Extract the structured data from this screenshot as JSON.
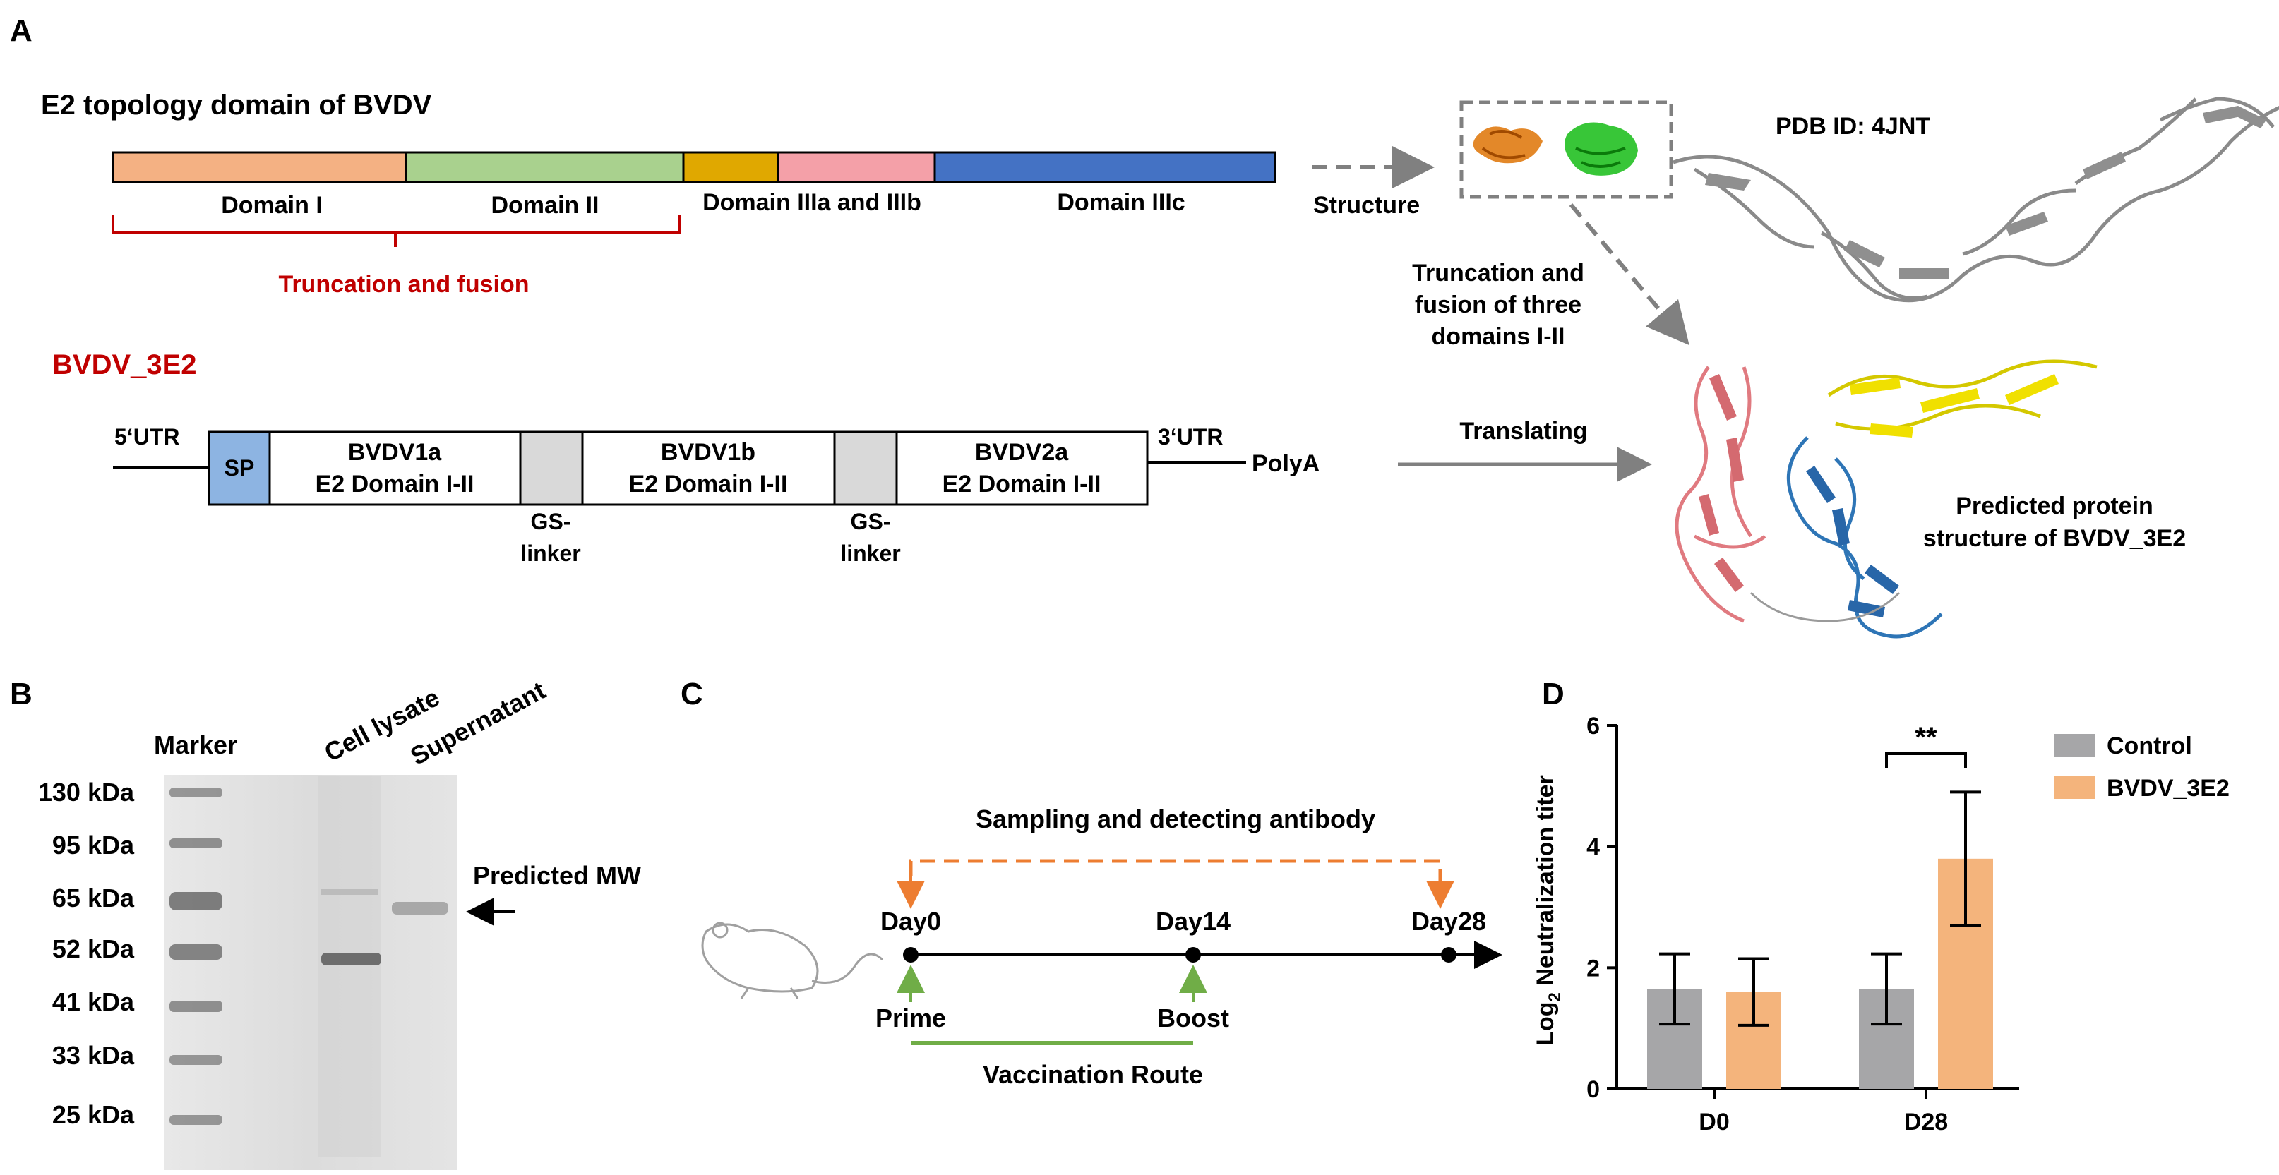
{
  "panel_labels": {
    "a": "A",
    "b": "B",
    "c": "C",
    "d": "D"
  },
  "panelA": {
    "title": "E2 topology domain of BVDV",
    "domains": [
      {
        "label": "Domain I",
        "color": "#f4b183"
      },
      {
        "label": "Domain II",
        "color": "#a9d18e"
      },
      {
        "label": "Domain IIIa and IIIb",
        "color": "#e0a800"
      },
      {
        "label": "Domain IIIc",
        "color": "#4472c4"
      }
    ],
    "domain3b_color": "#f4a0a8",
    "truncation_label": "Truncation and fusion",
    "construct_title": "BVDV_3E2",
    "utr5": "5‘UTR",
    "utr3": "3‘UTR",
    "polyA": "PolyA",
    "sp": "SP",
    "sp_color": "#8db4e2",
    "segments": [
      {
        "line1": "BVDV1a",
        "line2": "E2 Domain I-II"
      },
      {
        "line1": "BVDV1b",
        "line2": "E2 Domain I-II"
      },
      {
        "line1": "BVDV2a",
        "line2": "E2 Domain I-II"
      }
    ],
    "linker_line1": "GS-",
    "linker_line2": "linker",
    "structure_label": "Structure",
    "pdb_label": "PDB ID: 4JNT",
    "trunc_fusion_l1": "Truncation and",
    "trunc_fusion_l2": "fusion of three",
    "trunc_fusion_l3": "domains I-II",
    "translating_label": "Translating",
    "predicted_l1": "Predicted protein",
    "predicted_l2": "structure of BVDV_3E2"
  },
  "panelB": {
    "marker_label": "Marker",
    "lane_labels": [
      "Cell lysate",
      "Supernatant"
    ],
    "mw_ladder": [
      "130 kDa",
      "95 kDa",
      "65 kDa",
      "52 kDa",
      "41 kDa",
      "33 kDa",
      "25 kDa"
    ],
    "predicted_mw": "Predicted MW"
  },
  "panelC": {
    "sampling_label": "Sampling and detecting antibody",
    "days": [
      "Day0",
      "Day14",
      "Day28"
    ],
    "prime": "Prime",
    "boost": "Boost",
    "route_label": "Vaccination Route"
  },
  "chart_data": {
    "type": "bar",
    "ylabel_main": "Log",
    "ylabel_sub": "2",
    "ylabel_rest": " Neutralization titer",
    "categories": [
      "D0",
      "D28"
    ],
    "series": [
      {
        "name": "Control",
        "color": "#a6a6a8",
        "values": [
          1.65,
          1.65
        ],
        "err": [
          0.58,
          0.58
        ]
      },
      {
        "name": "BVDV_3E2",
        "color": "#f4b47c",
        "values": [
          1.6,
          3.8
        ],
        "err": [
          0.55,
          1.1
        ]
      }
    ],
    "ylim": [
      0,
      6
    ],
    "yticks": [
      0,
      2,
      4,
      6
    ],
    "significance": {
      "category": "D28",
      "label": "**"
    },
    "legend_position": "top-right"
  }
}
